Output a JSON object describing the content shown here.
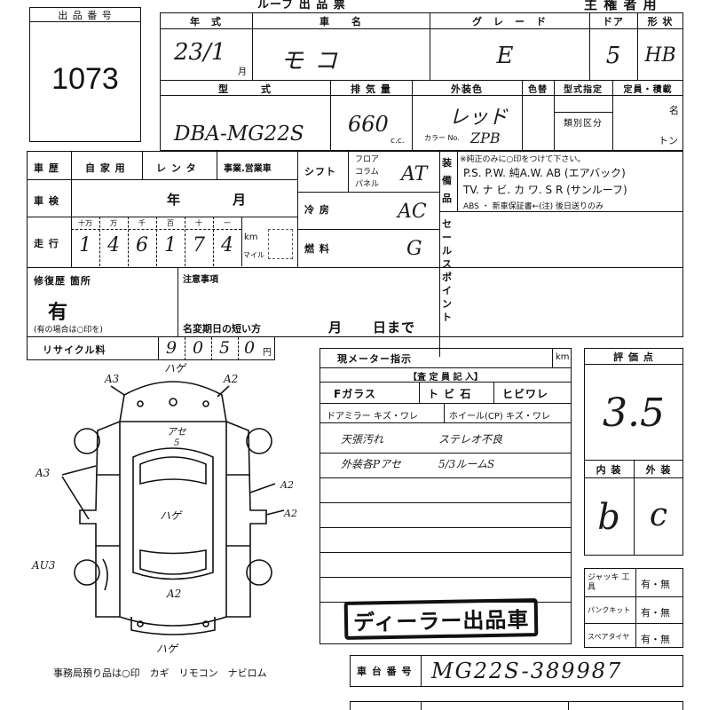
{
  "header": {
    "title_partial": "主 権 者 用",
    "top_partial": "ルーブ 出 品 票"
  },
  "lot": {
    "label": "出 品 番 号",
    "number": "1073"
  },
  "row1": {
    "year_label": "年　式",
    "name_label": "車　　名",
    "grade_label": "グ　レ　ー　ド",
    "door_label": "ドア",
    "shape_label": "形 状",
    "year_value": "23/1",
    "year_unit": "月",
    "name_value": "モコ",
    "grade_value": "E",
    "door_value": "5",
    "shape_value": "HB"
  },
  "row2": {
    "model_label": "型　　　式",
    "displacement_label": "排 気 量",
    "color_label": "外装色",
    "colorno_label": "色替",
    "spec_label": "型式指定",
    "capacity_label": "定員・積載",
    "model_value": "DBA-MG22S",
    "displacement_value": "660",
    "cc_unit": "c.c.",
    "color_value": "レッド",
    "colorcode_label": "カラー No.",
    "colorcode_value": "ZPB",
    "class_label": "類別区分",
    "persons_unit": "名",
    "ton_unit": "トン"
  },
  "history": {
    "label": "車 歴",
    "options": [
      "自 家 用",
      "レ ン タ",
      "事業.営業車"
    ],
    "inspection_label": "車 検",
    "inspection_year": "年",
    "inspection_month": "月",
    "mileage_label": "走 行",
    "digit_headers": [
      "十万",
      "万",
      "千",
      "百",
      "十",
      "一"
    ],
    "mileage_digits": [
      "1",
      "4",
      "6",
      "1",
      "7",
      "4"
    ],
    "km_unit": "km",
    "mile_unit": "マイル",
    "shift_label": "シフト",
    "shift_options": [
      "フロア",
      "コラム",
      "パネル"
    ],
    "shift_value": "AT",
    "ac_label": "冷 房",
    "ac_value": "AC",
    "fuel_label": "燃 料",
    "fuel_value": "G"
  },
  "equipment": {
    "label": "装備品",
    "note": "※純正のみに○印をつけて下さい。",
    "line1": "P.S.  P.W.  純A.W.  AB (エアバック)",
    "line2": "TV.  ナ ビ.  カ ワ.  S R (サンルーフ)",
    "line3": "ABS ・ 新車保証書←(注) 後日送りのみ"
  },
  "sales_point": {
    "label": "セールスポイント"
  },
  "repair": {
    "label": "修復歴 箇所",
    "value": "有",
    "note": "(有の場合は○印を)",
    "caution_label": "注意事項",
    "name_change_label": "名変期日の短い方",
    "month_label": "月",
    "day_label": "日まで"
  },
  "recycle": {
    "label": "リサイクル料",
    "digits": [
      "9",
      "0",
      "5",
      "0"
    ],
    "yen": "円"
  },
  "diagram": {
    "marks": [
      "A3",
      "ハゲ",
      "A2",
      "アセ",
      "5",
      "ハゲ",
      "A3",
      "A2",
      "A2",
      "AU3",
      "A2",
      "ハゲ"
    ]
  },
  "inspection": {
    "meter_label": "現メーター指示",
    "km_unit": "km",
    "title": "【査 定 員 記 入】",
    "f_glass_label": "Fガラス",
    "tobi_label": "ト ビ 石",
    "hibi_label": "ヒビワレ",
    "mirror_label": "ドアミラー キズ・ワレ",
    "wheel_label": "ホイール(CP) キズ・ワレ",
    "note1": "天張汚れ",
    "note2": "外装各Pアセ",
    "note3": "ステレオ不良",
    "note4": "5/3ルームS",
    "stamp": "ディーラー出品車"
  },
  "score": {
    "label": "評 価 点",
    "value": "3.5",
    "interior_label": "内 装",
    "exterior_label": "外 装",
    "interior_value": "b",
    "exterior_value": "c"
  },
  "accessories": {
    "jack_label": "ジャッキ 工 具",
    "puncture_label": "パンクキット",
    "spare_label": "スペアタイヤ",
    "option": "有・無"
  },
  "chassis": {
    "label": "車 台 番 号",
    "value": "MG22S-389987"
  },
  "footer": {
    "note": "事務局預り品は○印　カギ　リモコン　ナビロム"
  }
}
